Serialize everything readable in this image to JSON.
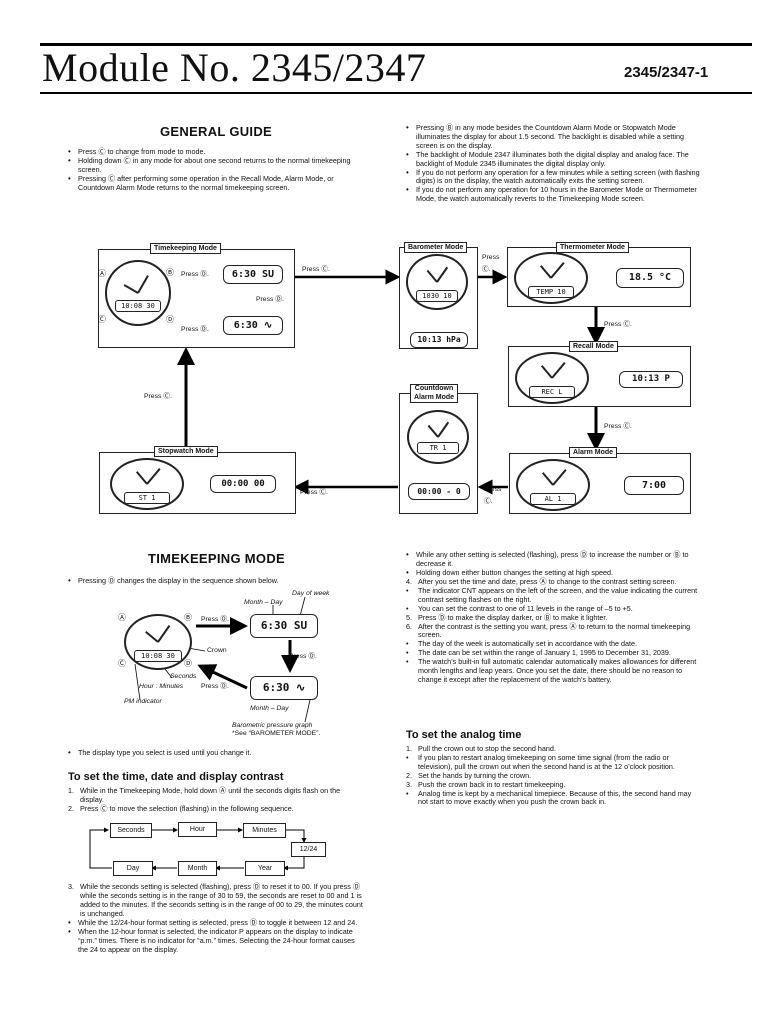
{
  "header": {
    "title": "Module No. 2345/2347",
    "page": "2345/2347-1"
  },
  "general_guide": {
    "heading": "GENERAL GUIDE",
    "left_items": [
      "Press Ⓒ to change from mode to mode.",
      "Holding down Ⓒ in any mode for about one second returns to the normal timekeeping screen.",
      "Pressing Ⓒ after performing some operation in the Recall Mode, Alarm Mode, or Countdown Alarm Mode returns to the normal timekeeping screen."
    ],
    "right_items": [
      "Pressing Ⓑ in any mode besides the Countdown Alarm Mode or Stopwatch Mode illuminates the display for about 1.5 second. The backlight is disabled while a setting screen is on the display.",
      "The backlight of Module 2347 illuminates both the digital display and analog face. The backlight of Module 2345 illuminates the digital display only.",
      "If you do not perform any operation for a few minutes while a setting screen (with flashing digits) is on the display, the watch automatically exits the setting screen.",
      "If you do not perform any operation for 10 hours in the Barometer Mode or Thermometer Mode, the watch automatically reverts to the Timekeeping Mode screen."
    ]
  },
  "mode_diagram": {
    "modes": {
      "timekeeping": "Timekeeping Mode",
      "barometer": "Barometer Mode",
      "thermometer": "Thermometer Mode",
      "recall": "Recall Mode",
      "countdown_1": "Countdown",
      "countdown_2": "Alarm Mode",
      "alarm": "Alarm Mode",
      "stopwatch": "Stopwatch Mode"
    },
    "labels": {
      "press_c": "Press Ⓒ.",
      "press_d": "Press Ⓓ.",
      "press_1": "Press",
      "press_2": "Ⓒ."
    },
    "buttons": {
      "a": "Ⓐ",
      "b": "Ⓑ",
      "c": "Ⓒ",
      "d": "Ⓓ"
    },
    "displays": {
      "tk_1": "6:30 SU",
      "tk_2": "6:30 ∿",
      "tk_watch": "10:08 30",
      "baro_watch": "1030 10",
      "baro_2": "10:13 hPa",
      "thermo_watch": "TEMP 10",
      "thermo_2": "18.5 °C",
      "recall_watch": "REC L",
      "recall_2": "10:13 P",
      "cd_watch": "TR 1",
      "cd_2": "00:00 - 0",
      "alarm_watch": "AL 1",
      "alarm_2": "7:00",
      "sw_watch": "ST 1",
      "sw_2": "00:00 00"
    }
  },
  "timekeeping_mode": {
    "heading": "TIMEKEEPING MODE",
    "intro": "Pressing Ⓓ changes the display in the sequence shown below.",
    "diagram": {
      "day_of_week": "Day of week",
      "month_day_1": "Month – Day",
      "month_day_2": "Month – Day",
      "crown": "Crown",
      "seconds": "Seconds",
      "hour_minutes": "Hour : Minutes",
      "pm_indicator": "PM indicator",
      "baro_graph": "Barometric pressure graph",
      "see_baro": "*See “BAROMETER MODE”.",
      "press_d": "Press Ⓓ.",
      "lcd_1": "6:30 SU",
      "lcd_2": "6:30 ∿",
      "lcd_time": "10:08 30"
    },
    "note": "The display type you select is used until you change it.",
    "set_time_heading": "To set the time, date and display contrast",
    "steps_a": [
      {
        "n": "1.",
        "text": "While in the Timekeeping Mode, hold down Ⓐ until the seconds digits flash on the display."
      },
      {
        "n": "2.",
        "text": "Press Ⓒ to move the selection (flashing) in the following sequence."
      }
    ],
    "flow": {
      "seconds": "Seconds",
      "hour": "Hour",
      "minutes": "Minutes",
      "twelve_24": "12/24",
      "year": "Year",
      "month": "Month",
      "day": "Day"
    },
    "steps_b": [
      {
        "n": "3.",
        "text": "While the seconds setting is selected (flashing), press Ⓓ to reset it to 00. If you press Ⓓ while the seconds setting is in the range of 30 to 59, the seconds are reset to 00 and 1 is added to the minutes. If the seconds setting is in the range of 00 to 29, the minutes count is unchanged."
      }
    ],
    "bullets_b": [
      "While the 12/24-hour format setting is selected, press Ⓓ to toggle it between 12 and 24.",
      "When the 12-hour format is selected, the indicator P appears on the display to indicate “p.m.” times. There is no indicator for “a.m.” times. Selecting the 24-hour format causes the 24 to appear on the display."
    ]
  },
  "right_column": {
    "bullets_1": [
      "While any other setting is selected (flashing), press Ⓓ to increase the number or Ⓑ to decrease it.",
      "Holding down either button changes the setting at high speed."
    ],
    "steps": [
      {
        "n": "4.",
        "text": "After you set the time and date, press Ⓐ to change to the contrast setting screen."
      },
      {
        "n": "•",
        "text": "The indicator CNT appears on the left of the screen, and the value indicating the current contrast setting flashes on the right."
      },
      {
        "n": "•",
        "text": "You can set the contrast to one of 11 levels in the range of –5 to +5."
      },
      {
        "n": "5.",
        "text": "Press Ⓓ to make the display darker, or Ⓑ to make it lighter."
      },
      {
        "n": "6.",
        "text": "After the contrast is the setting you want, press Ⓐ to return to the normal timekeeping screen."
      },
      {
        "n": "•",
        "text": "The day of the week is automatically set in accordance with the date."
      },
      {
        "n": "•",
        "text": "The date can be set within the range of January 1, 1995 to December 31, 2039."
      },
      {
        "n": "•",
        "text": "The watch’s built-in full automatic calendar automatically makes allowances for different month lengths and leap years. Once you set the date, there should be no reason to change it except after the replacement of the watch’s battery."
      }
    ],
    "analog_heading": "To set the analog time",
    "analog_steps": [
      {
        "n": "1.",
        "text": "Pull the crown out to stop the second hand."
      },
      {
        "n": "•",
        "text": "If you plan to restart analog timekeeping on some time signal (from the radio or television), pull the crown out when the second hand is at the 12 o’clock position."
      },
      {
        "n": "2.",
        "text": "Set the hands by turning the crown."
      },
      {
        "n": "3.",
        "text": "Push the crown back in to restart timekeeping."
      },
      {
        "n": "•",
        "text": "Analog time is kept by a mechanical timepiece. Because of this, the second hand may not start to move exactly when you push the crown back in."
      }
    ]
  }
}
